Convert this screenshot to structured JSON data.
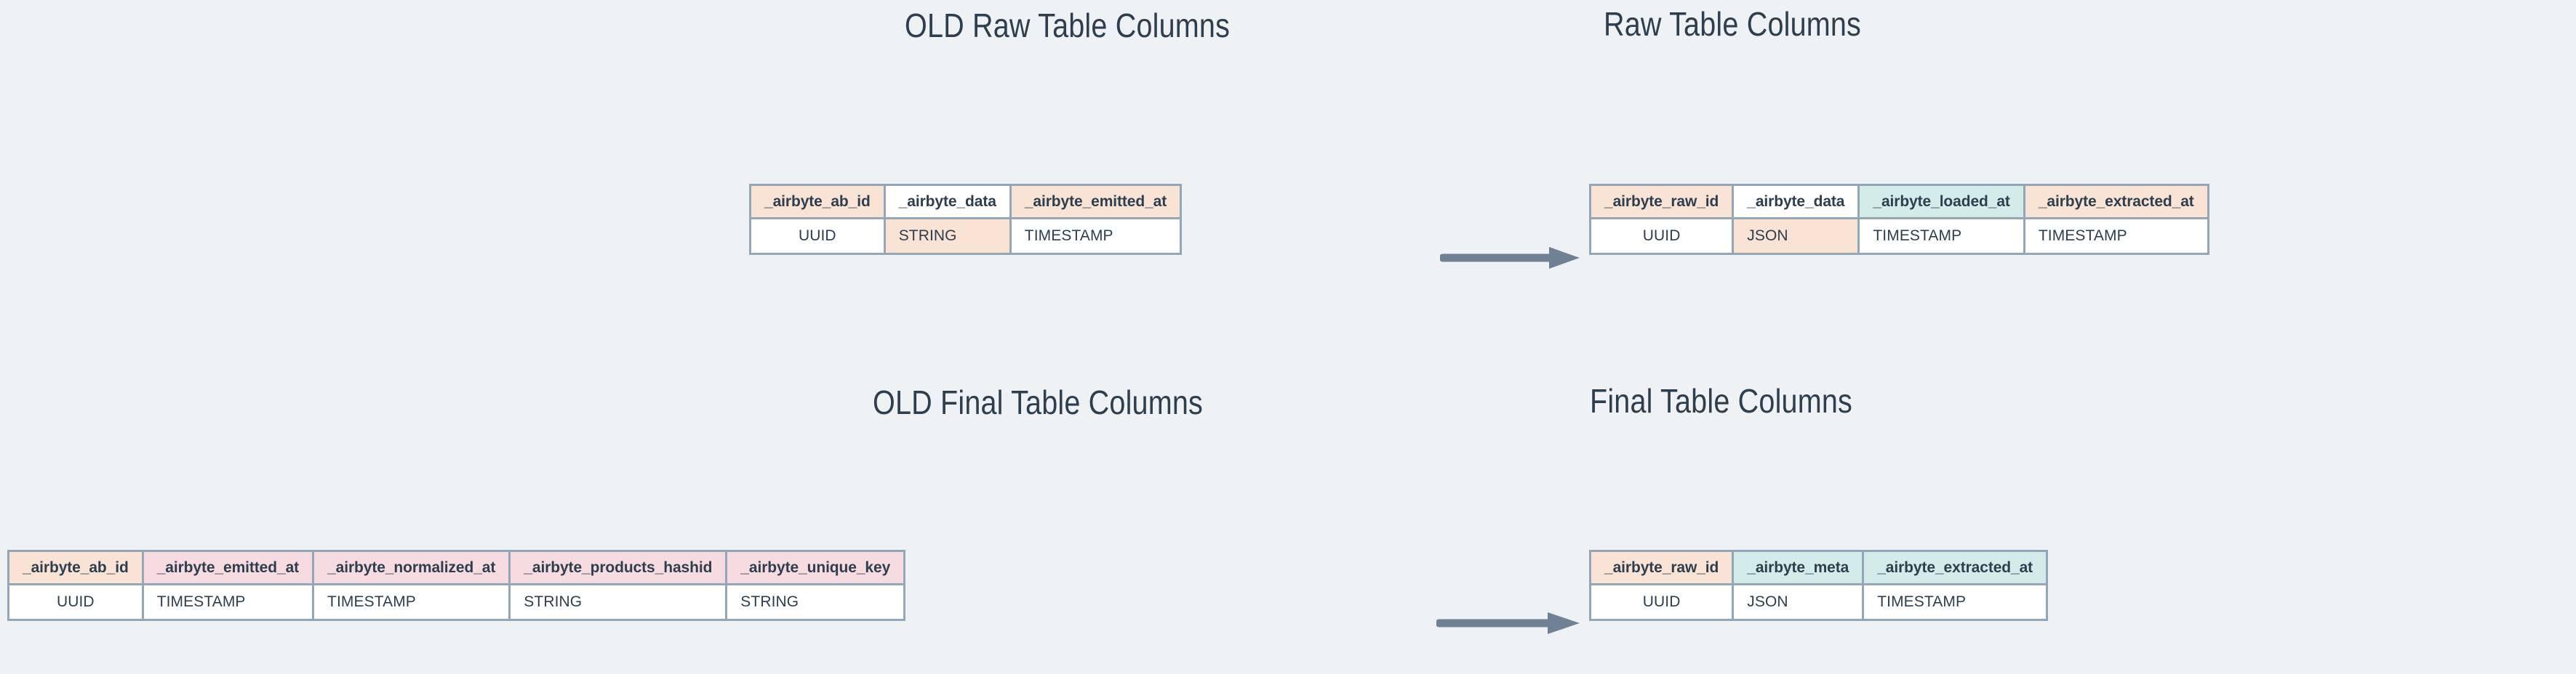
{
  "page": {
    "background_color": "#eff2f5",
    "text_color": "#2d3e4e",
    "border_color": "#93a7b8",
    "arrow_color": "#708194"
  },
  "palette": {
    "peach": "#f8e3d5",
    "pink": "#f6dce0",
    "teal": "#d3ecea",
    "white": "#ffffff"
  },
  "titles": {
    "old_raw": "OLD Raw Table Columns",
    "new_raw": "Raw Table Columns",
    "old_final": "OLD Final Table Columns",
    "new_final": "Final Table Columns"
  },
  "tables": {
    "old_raw": {
      "name": "OLD Raw Table Columns",
      "columns": [
        {
          "header": "_airbyte_ab_id",
          "header_fill": "peach",
          "type": "UUID",
          "type_fill": "white"
        },
        {
          "header": "_airbyte_data",
          "header_fill": "white",
          "type": "STRING",
          "type_fill": "peach"
        },
        {
          "header": "_airbyte_emitted_at",
          "header_fill": "peach",
          "type": "TIMESTAMP",
          "type_fill": "white"
        }
      ]
    },
    "new_raw": {
      "name": "Raw Table Columns",
      "columns": [
        {
          "header": "_airbyte_raw_id",
          "header_fill": "peach",
          "type": "UUID",
          "type_fill": "white"
        },
        {
          "header": "_airbyte_data",
          "header_fill": "white",
          "type": "JSON",
          "type_fill": "peach"
        },
        {
          "header": "_airbyte_loaded_at",
          "header_fill": "teal",
          "type": "TIMESTAMP",
          "type_fill": "white"
        },
        {
          "header": "_airbyte_extracted_at",
          "header_fill": "peach",
          "type": "TIMESTAMP",
          "type_fill": "white"
        }
      ]
    },
    "old_final": {
      "name": "OLD Final Table Columns",
      "columns": [
        {
          "header": "_airbyte_ab_id",
          "header_fill": "peach",
          "type": "UUID",
          "type_fill": "white"
        },
        {
          "header": "_airbyte_emitted_at",
          "header_fill": "pink",
          "type": "TIMESTAMP",
          "type_fill": "white"
        },
        {
          "header": "_airbyte_normalized_at",
          "header_fill": "pink",
          "type": "TIMESTAMP",
          "type_fill": "white"
        },
        {
          "header": "_airbyte_products_hashid",
          "header_fill": "pink",
          "type": "STRING",
          "type_fill": "white"
        },
        {
          "header": "_airbyte_unique_key",
          "header_fill": "pink",
          "type": "STRING",
          "type_fill": "white"
        }
      ]
    },
    "new_final": {
      "name": "Final Table Columns",
      "columns": [
        {
          "header": "_airbyte_raw_id",
          "header_fill": "peach",
          "type": "UUID",
          "type_fill": "white"
        },
        {
          "header": "_airbyte_meta",
          "header_fill": "teal",
          "type": "JSON",
          "type_fill": "white"
        },
        {
          "header": "_airbyte_extracted_at",
          "header_fill": "teal",
          "type": "TIMESTAMP",
          "type_fill": "white"
        }
      ]
    }
  },
  "arrows": [
    {
      "name": "arrow-raw",
      "from": "old_raw",
      "to": "new_raw",
      "direction": "right"
    },
    {
      "name": "arrow-final",
      "from": "old_final",
      "to": "new_final",
      "direction": "right"
    }
  ]
}
